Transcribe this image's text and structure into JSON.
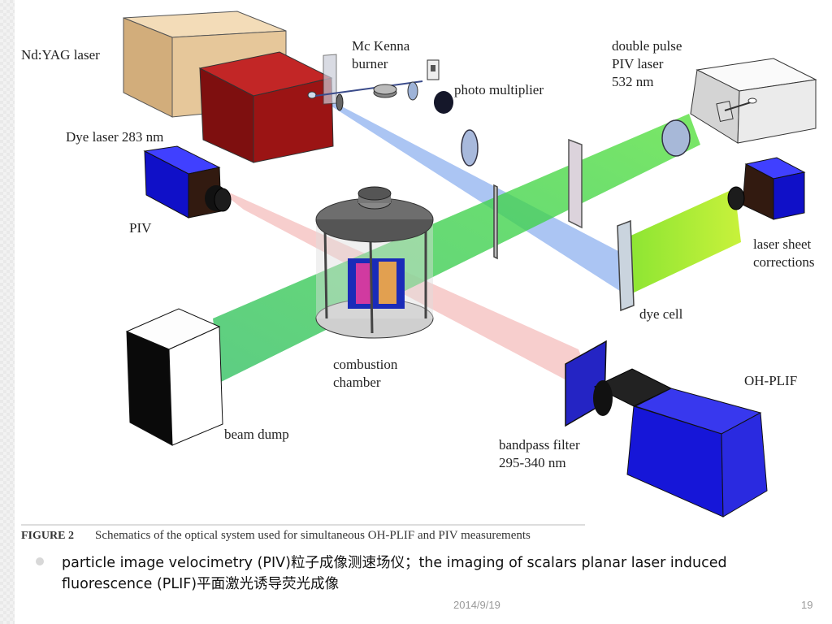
{
  "diagram": {
    "labels": {
      "ndyag": "Nd:YAG laser",
      "mckenna_1": "Mc Kenna",
      "mckenna_2": "burner",
      "double_pulse_1": "double pulse",
      "double_pulse_2": "PIV laser",
      "double_pulse_3": "532 nm",
      "photo_multiplier": "photo multiplier",
      "dye_laser": "Dye laser 283 nm",
      "piv": "PIV",
      "laser_sheet_1": "laser sheet",
      "laser_sheet_2": "corrections",
      "dye_cell": "dye cell",
      "combustion_1": "combustion",
      "combustion_2": "chamber",
      "oh_plif": "OH-PLIF",
      "beam_dump": "beam dump",
      "bandpass_1": "bandpass filter",
      "bandpass_2": "295-340 nm"
    },
    "caption": {
      "head": "FIGURE 2",
      "text": "Schematics of the optical system used for simultaneous OH-PLIF and PIV measurements"
    },
    "colors": {
      "yag_red": "#9b1414",
      "yag_tan": "#e6c79a",
      "camera_blue": "#1515e0",
      "green_beam": "#33d24a",
      "blue_beam": "#8fb2ef",
      "pink_beam": "#f6c6c4",
      "chamber_gray": "#6e6e6e"
    }
  },
  "note": {
    "line1": "particle image velocimetry (PIV)粒子成像测速场仪；the imaging of scalars planar laser induced",
    "line2": "fluorescence (PLIF)平面激光诱导荧光成像"
  },
  "footer": {
    "date": "2014/9/19",
    "page": "19"
  }
}
